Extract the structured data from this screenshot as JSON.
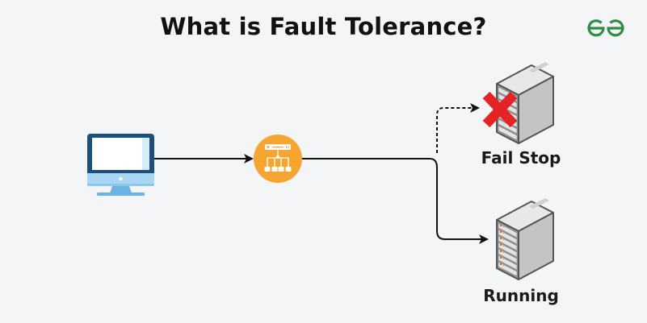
{
  "title": "What is Fault Tolerance?",
  "logo": {
    "name": "GeeksforGeeks",
    "color": "#2f8d46"
  },
  "colors": {
    "background": "#f3f5f7",
    "monitor_frame": "#1c4f7a",
    "monitor_base": "#9fd0f0",
    "monitor_stand": "#6ab3e3",
    "load_balancer": "#f7a531",
    "fail_mark": "#e52325",
    "server_body": "#c8c8c8",
    "connector": "#111111"
  },
  "nodes": {
    "client": {
      "label": "Client computer",
      "icon": "monitor-icon"
    },
    "load_balancer": {
      "label": "Load balancer",
      "icon": "network-switch-icon"
    },
    "server_failed": {
      "label": "Fail Stop",
      "icon": "server-icon",
      "status": "failed",
      "status_icon": "red-x-icon"
    },
    "server_running": {
      "label": "Running",
      "icon": "server-icon",
      "status": "running"
    }
  },
  "edges": [
    {
      "from": "client",
      "to": "load_balancer",
      "style": "solid"
    },
    {
      "from": "load_balancer",
      "to": "server_failed",
      "style": "dashed"
    },
    {
      "from": "load_balancer",
      "to": "server_running",
      "style": "solid"
    }
  ]
}
